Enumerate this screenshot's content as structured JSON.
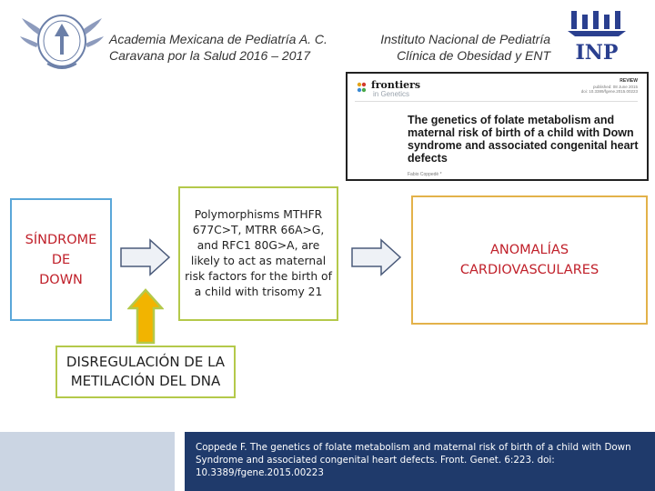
{
  "header": {
    "left_line1": "Academia Mexicana de Pediatría A. C.",
    "left_line2": "Caravana por la Salud 2016 – 2017",
    "right_line1": "Instituto Nacional de Pediatría",
    "right_line2": "Clínica de Obesidad y ENT",
    "right_logo_text": "INP"
  },
  "article": {
    "journal_name": "frontiers",
    "journal_section": "in Genetics",
    "tag": "REVIEW",
    "meta_line1": "published: 08 June 2015",
    "meta_line2": "doi: 10.3389/fgene.2015.00223",
    "title": "The genetics of folate metabolism and maternal risk of birth of a child with Down syndrome and associated congenital heart defects",
    "author": "Fabio Coppedè *"
  },
  "boxes": {
    "down": [
      "SÍNDROME",
      "DE",
      "DOWN"
    ],
    "polymorphisms": "Polymorphisms MTHFR 677C>T, MTRR 66A>G, and RFC1 80G>A, are likely to act as maternal risk factors for the birth of a child with trisomy 21",
    "anomalies": [
      "ANOMALÍAS",
      "CARDIOVASCULARES"
    ],
    "methylation": [
      "DISREGULACIÓN DE LA",
      "METILACIÓN DEL DNA"
    ]
  },
  "footer": {
    "citation": "Coppede F. The genetics of folate metabolism and maternal risk of birth of a child with Down Syndrome and associated congenital heart defects. Front. Genet. 6:223. doi: 10.3389/fgene.2015.00223"
  },
  "colors": {
    "blue_box": "#5aa7d9",
    "green_box": "#b4c94a",
    "orange_box": "#e3b24a",
    "red_text": "#c0202a",
    "navy_footer": "#1f3a6b",
    "light_strip": "#cbd5e3",
    "inp_blue": "#2a3f8f"
  }
}
